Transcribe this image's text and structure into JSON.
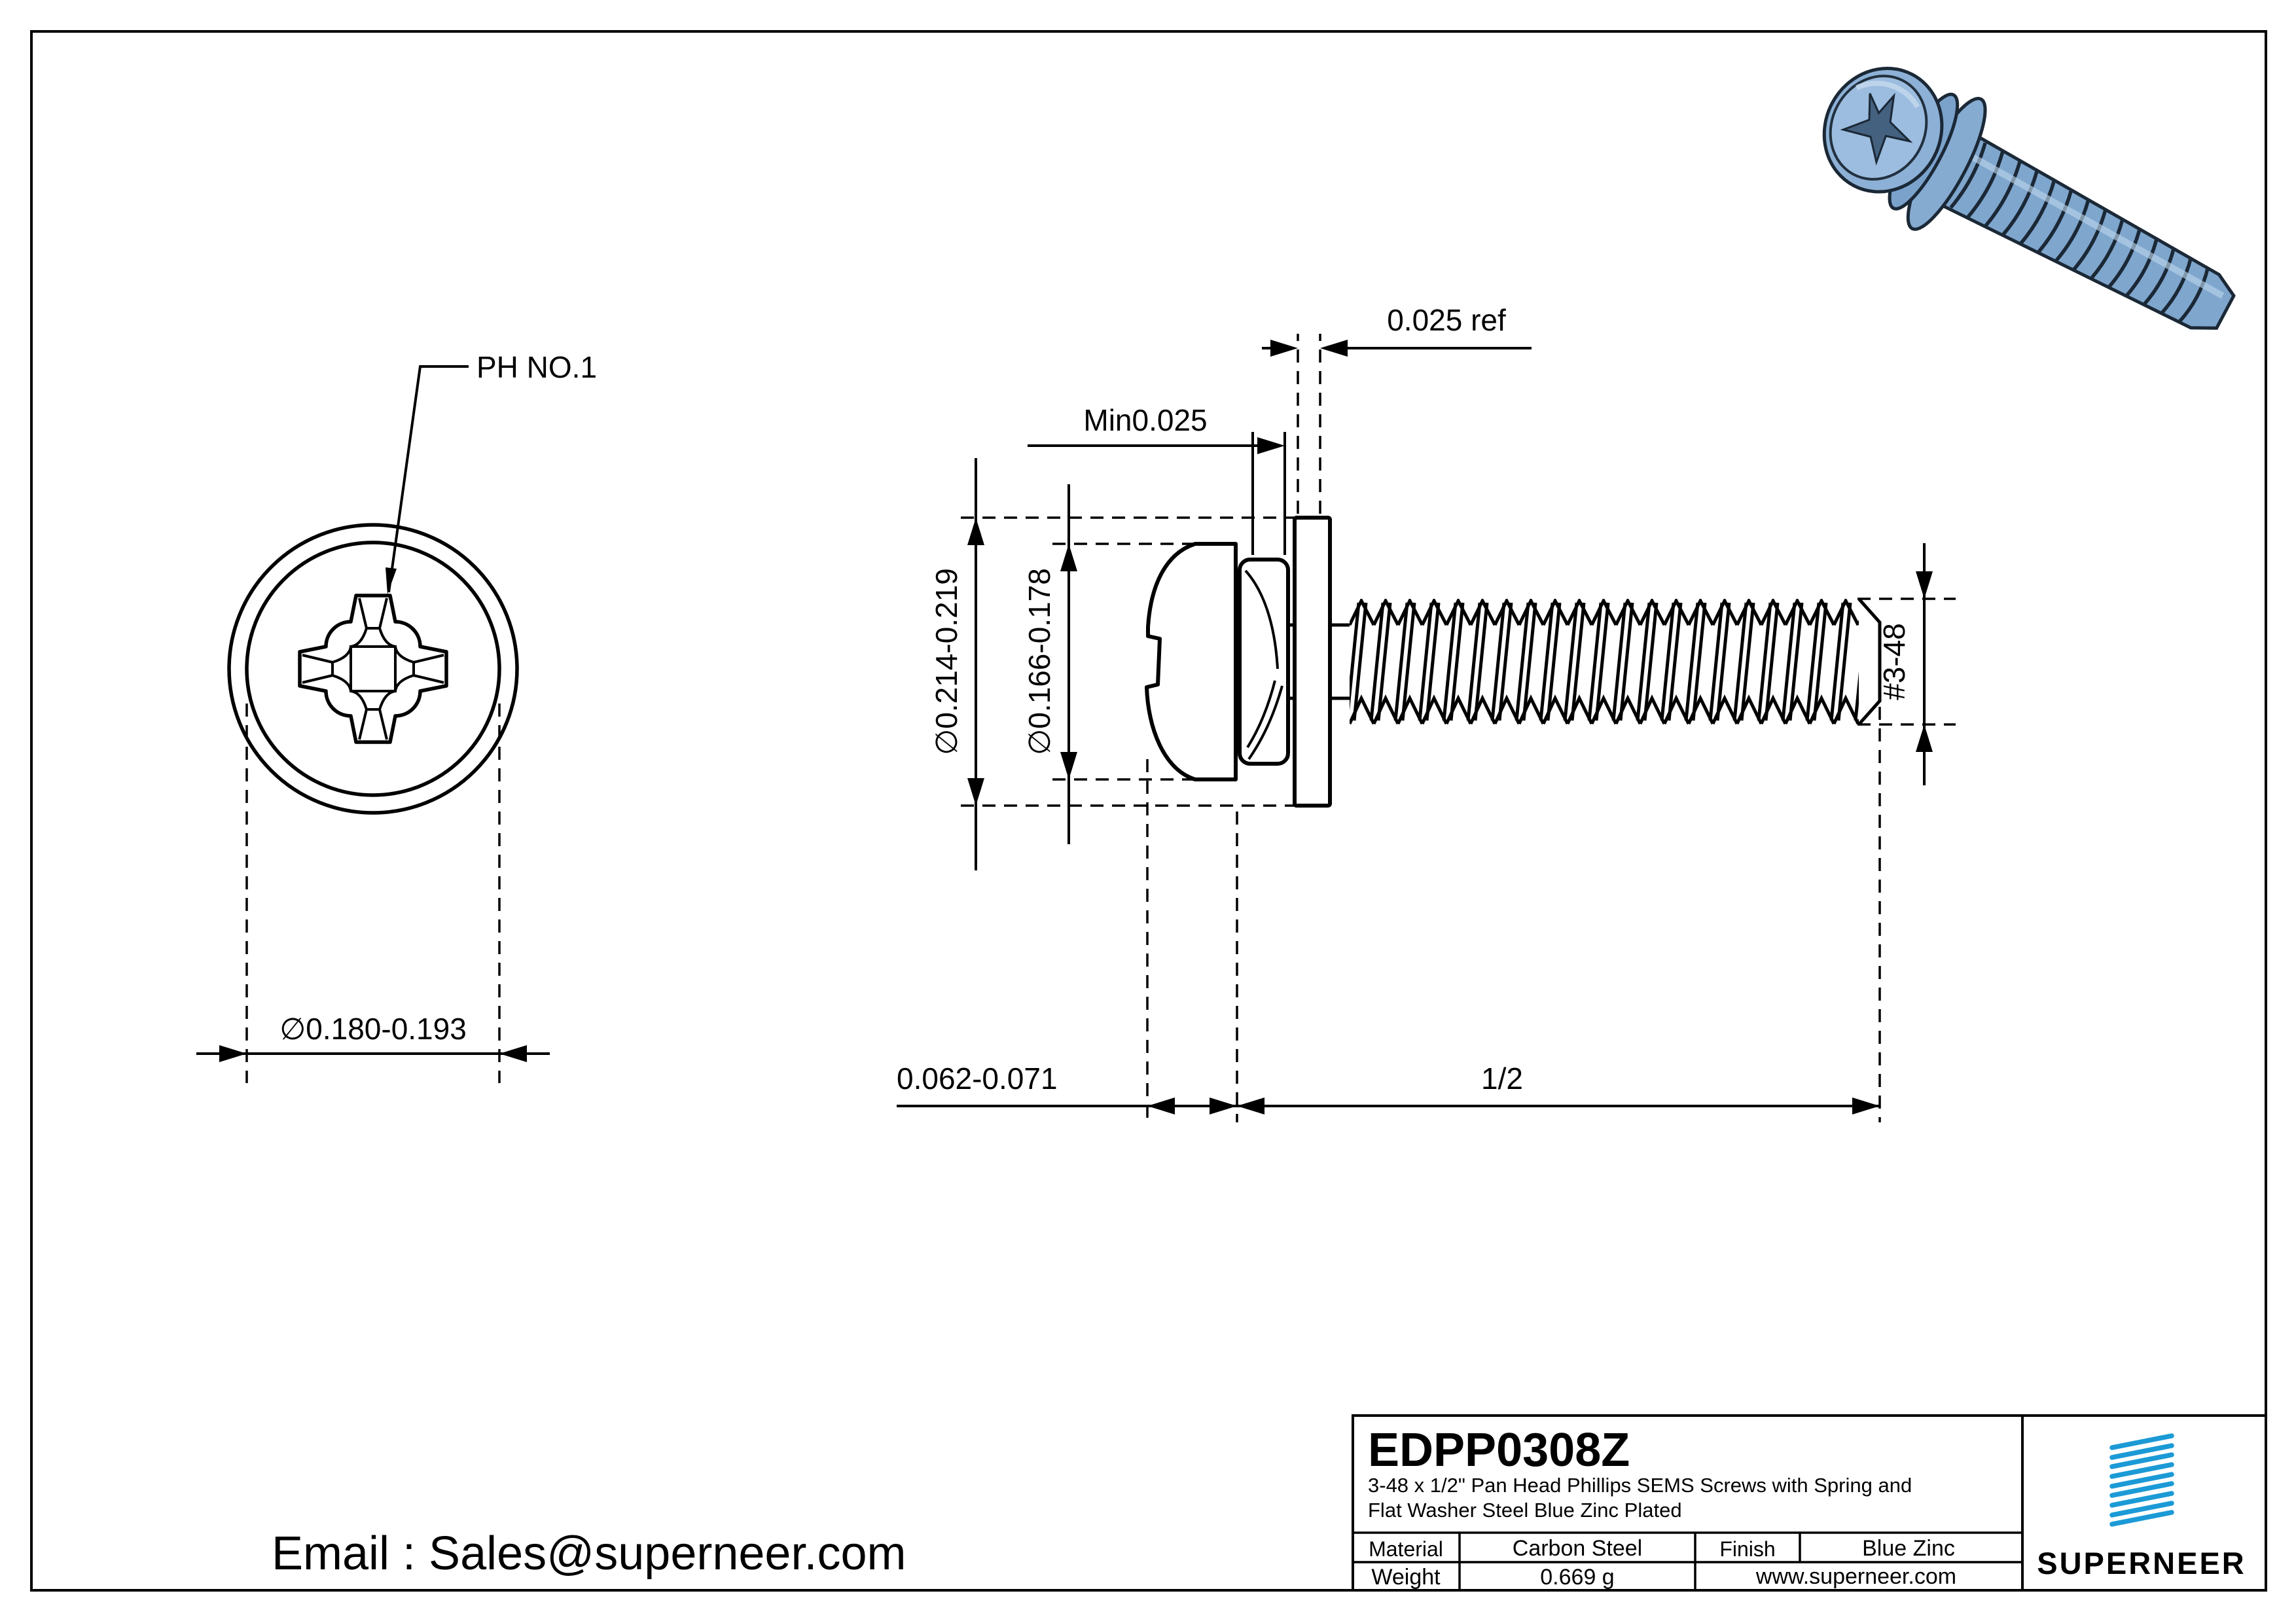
{
  "front_view": {
    "ph_label": "PH NO.1",
    "diameter_dim": "∅0.180-0.193"
  },
  "side_view": {
    "min_thickness_dim": "Min0.025",
    "washer_ref_dim": "0.025 ref",
    "washer_od_dim": "∅0.214-0.219",
    "head_od_dim": "∅0.166-0.178",
    "head_height_dim": "0.062-0.071",
    "length_dim": "1/2",
    "thread_size_dim": "#3-48"
  },
  "contact": {
    "email": "Email : Sales@superneer.com"
  },
  "title_block": {
    "part_number": "EDPP0308Z",
    "description_line1": "3-48 x 1/2\" Pan Head Phillips SEMS Screws with Spring and",
    "description_line2": "Flat Washer Steel Blue Zinc Plated",
    "material_label": "Material",
    "material_value": "Carbon Steel",
    "finish_label": "Finish",
    "finish_value": "Blue Zinc",
    "weight_label": "Weight",
    "weight_value": "0.669 g",
    "website": "www.superneer.com",
    "brand": "SUPERNEER"
  },
  "colors": {
    "accent_blue": "#1b9ad6",
    "link_blue": "#2a9fd8",
    "screw_body": "#86abd1",
    "screw_dark": "#1b2836"
  }
}
